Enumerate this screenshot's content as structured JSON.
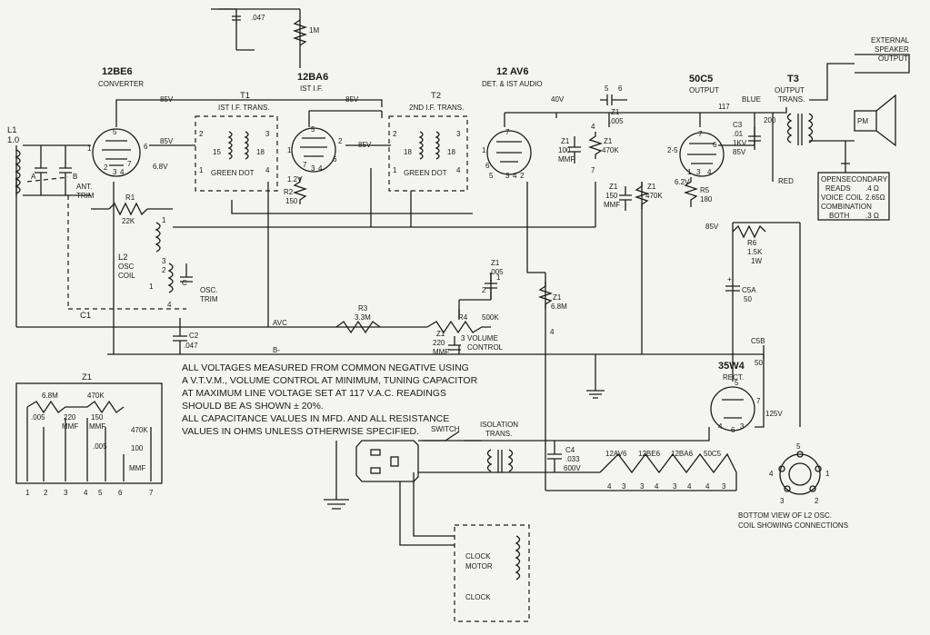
{
  "tubes": {
    "converter": {
      "type": "12BE6",
      "role": "CONVERTER"
    },
    "if1": {
      "type": "12BA6",
      "role": "IST I.F."
    },
    "det": {
      "type": "12 AV6",
      "role": "DET. & IST AUDIO"
    },
    "output": {
      "type": "50C5",
      "role": "OUTPUT"
    },
    "rect": {
      "type": "35W4",
      "role": "RECT."
    }
  },
  "transformers": {
    "t1": {
      "name": "T1",
      "desc": "IST I.F. TRANS.",
      "dot": "GREEN DOT"
    },
    "t2": {
      "name": "T2",
      "desc": "2ND I.F. TRANS.",
      "dot": "GREEN DOT"
    },
    "t3": {
      "name": "T3",
      "desc1": "OUTPUT",
      "desc2": "TRANS."
    },
    "isolation": {
      "line1": "ISOLATION",
      "line2": "TRANS."
    }
  },
  "voltages": {
    "v85a": "85V",
    "v85b": "85V",
    "v68": "6.8V",
    "v85c": "85V",
    "v85d": "85V",
    "v40": "40V",
    "v117": "117",
    "v62": "6.2V",
    "v85e": "85V",
    "v125": "125V",
    "v12": "1.2V"
  },
  "components": {
    "l1": "L1",
    "l1v": "1.0",
    "antTrim1": "ANT.",
    "antTrim2": "TRIM",
    "r1": "R1",
    "r1v": "22K",
    "l2": "L2",
    "l2a": "OSC",
    "l2b": "COIL",
    "oscTrim1": "OSC.",
    "oscTrim2": "TRIM",
    "c1": "C1",
    "c2": "C2",
    "c2v": ".047",
    "r2": "R2",
    "r2v": "150",
    "r3": "R3",
    "r3v": "3.3M",
    "avc": "AVC",
    "bminus": "B-",
    "topCap": ".047",
    "topRes": "1M",
    "z1a": "Z1",
    "z1av": "100",
    "z1au": "MMF",
    "z1b": "Z1",
    "z1bv": "470K",
    "z1c": "Z1",
    "z1cv": "150",
    "z1cu": "MMF",
    "z1d": "Z1",
    "z1dv": "470K",
    "z1e": "Z1",
    "z1ev": ".005",
    "z1f": "Z1",
    "z1fv": ".005",
    "z1g": "Z1",
    "z1gv": "6.8M",
    "z1h": "Z1",
    "z1hv": "220",
    "z1hu": "MMF",
    "r4": "R4",
    "r4v": "500K",
    "vol1": "VOLUME",
    "vol2": "CONTROL",
    "r5": "R5",
    "r5v": "180",
    "c3": "C3",
    "c3v": ".01",
    "c3k": "1KV",
    "blue": "BLUE",
    "red": "RED",
    "r6": "R6",
    "r6v": "1.5K",
    "r6w": "1W",
    "c5a": "C5A",
    "c5av": "50",
    "c5b": "C5B",
    "c5bv": "50",
    "c4": "C4",
    "c4v": ".033",
    "c4k": "600V",
    "switch": "SWITCH",
    "ohm200": "200",
    "pm": "PM",
    "ext1": "EXTERNAL",
    "ext2": "SPEAKER",
    "ext3": "OUTPUT"
  },
  "speakerTable": {
    "title": "OPENSECONDARY",
    "rows": [
      {
        "label": "READS",
        "value": ".4 Ω"
      },
      {
        "label": "VOICE COIL",
        "value": "2.65Ω"
      },
      {
        "label": "COMBINATION",
        "value": ""
      },
      {
        "label": "BOTH",
        "value": ".3 Ω"
      }
    ]
  },
  "heaters": {
    "names": [
      "12AV6",
      "12BE6",
      "12BA6",
      "50C5"
    ],
    "pins": [
      "4",
      "3",
      "3",
      "4",
      "3",
      "4",
      "4",
      "3"
    ]
  },
  "clock": {
    "motor1": "CLOCK",
    "motor2": "MOTOR",
    "label": "CLOCK"
  },
  "notes": [
    "ALL VOLTAGES MEASURED FROM COMMON NEGATIVE USING",
    "A V.T.V.M., VOLUME CONTROL AT MINIMUM, TUNING CAPACITOR",
    "AT MAXIMUM LINE VOLTAGE SET AT 117 V.A.C. READINGS",
    "SHOULD BE AS SHOWN ± 20%.",
    "ALL CAPACITANCE VALUES IN MFD. AND ALL RESISTANCE",
    "VALUES IN OHMS UNLESS OTHERWISE SPECIFIED."
  ],
  "z1box": {
    "title": "Z1",
    "r1": "6.8M",
    "r2": "470K",
    "r3": "470K",
    "c1": ".005",
    "c2": "220",
    "c2u": "MMF",
    "c3": "150",
    "c3u": "MMF",
    "c4": ".005",
    "c5": "100",
    "c5u": "MMF",
    "pins": [
      "1",
      "2",
      "3",
      "4",
      "5",
      "6",
      "7"
    ]
  },
  "bottomView": {
    "line1": "BOTTOM VIEW OF L2 OSC.",
    "line2": "COIL SHOWING CONNECTIONS",
    "pins": [
      "5",
      "4",
      "1",
      "3",
      "2"
    ]
  },
  "pins": {
    "conv": [
      "5",
      "6",
      "1",
      "2",
      "7",
      "3",
      "4"
    ],
    "if1": [
      "5",
      "1",
      "2",
      "7",
      "6",
      "3",
      "4"
    ],
    "det": [
      "7",
      "1",
      "6",
      "5",
      "2",
      "3",
      "4"
    ],
    "out": [
      "7",
      "1",
      "2-5",
      "6",
      "3",
      "4"
    ],
    "rect": [
      "5",
      "7",
      "4",
      "6",
      "3"
    ],
    "t1": [
      "2",
      "3",
      "1",
      "4",
      "15",
      "18"
    ],
    "t2": [
      "2",
      "3",
      "1",
      "4",
      "18",
      "18"
    ],
    "l2": [
      "1",
      "2",
      "3",
      "4",
      "1",
      "C"
    ],
    "z1": [
      "5",
      "6",
      "4",
      "7",
      "1",
      "2",
      "3",
      "4"
    ]
  },
  "trimLabels": {
    "a": "A",
    "b": "B"
  }
}
